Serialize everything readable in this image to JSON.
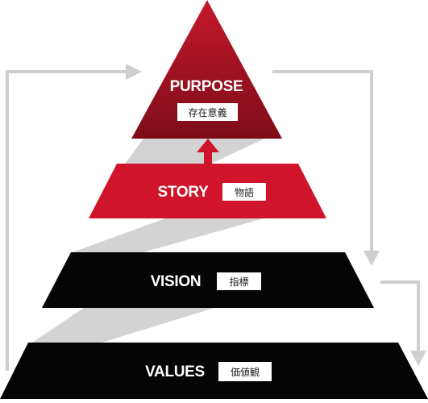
{
  "levels": [
    {
      "key": "purpose",
      "title": "PURPOSE",
      "subtitle": "存在意義"
    },
    {
      "key": "story",
      "title": "STORY",
      "subtitle": "物語"
    },
    {
      "key": "vision",
      "title": "VISION",
      "subtitle": "指標"
    },
    {
      "key": "values",
      "title": "VALUES",
      "subtitle": "価値観"
    }
  ],
  "colors": {
    "purpose_top": "#c4182c",
    "purpose_bottom": "#7d0d18",
    "story": "#d0142b",
    "black_tier": "#050505",
    "shadow": "#d3d3d3",
    "arrow_gray": "#cfcfcf",
    "arrow_red": "#d0142b",
    "label_box": "#ffffff",
    "label_text": "#222222"
  }
}
